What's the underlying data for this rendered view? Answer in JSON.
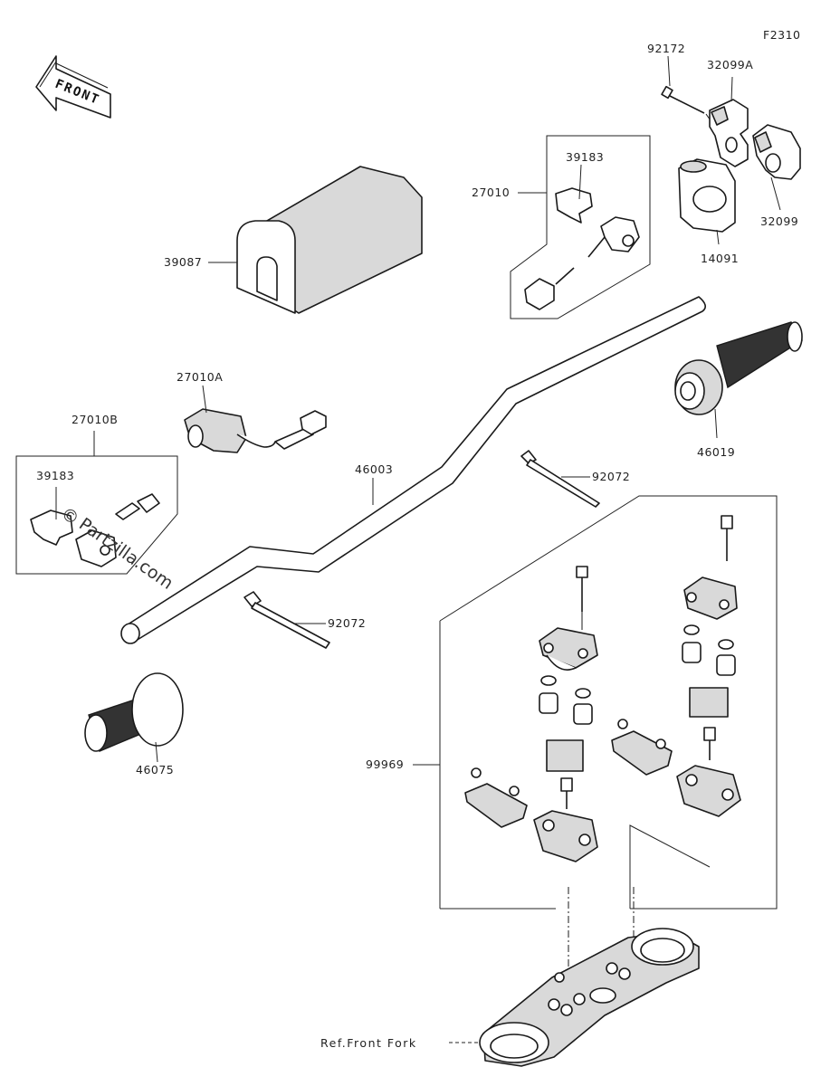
{
  "diagram_code": "F2310",
  "direction_label": "FRONT",
  "watermark": "Partzilla.com",
  "watermark_symbol": "©",
  "ref_label": "Ref.Front Fork",
  "parts": {
    "p92172": "92172",
    "p32099A": "32099A",
    "p32099": "32099",
    "p14091": "14091",
    "p27010": "27010",
    "p39183_top": "39183",
    "p39087": "39087",
    "p27010A": "27010A",
    "p27010B": "27010B",
    "p39183_left": "39183",
    "p46003": "46003",
    "p46019": "46019",
    "p92072_top": "92072",
    "p92072_left": "92072",
    "p46075": "46075",
    "p99969": "99969"
  }
}
